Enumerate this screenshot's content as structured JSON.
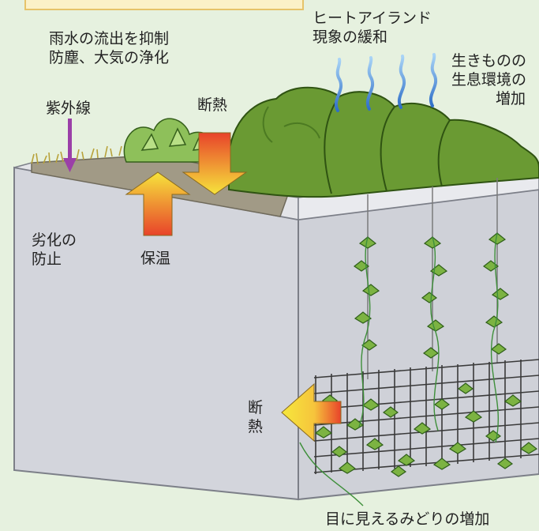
{
  "labels": {
    "heat_island": [
      "ヒートアイランド",
      "現象の緩和"
    ],
    "rainwater": [
      "雨水の流出を抑制",
      "防塵、大気の浄化"
    ],
    "creatures": [
      "生きものの",
      "生息環境の",
      "増加"
    ],
    "uv": "紫外線",
    "insulation_roof": "断熱",
    "deterioration": [
      "劣化の",
      "防止"
    ],
    "heat_retention": "保温",
    "insulation_wall": [
      "断",
      "熱"
    ],
    "greenery": "目に見えるみどりの増加"
  },
  "colors": {
    "background": "#e6f1df",
    "building_wall": "#d3d5dc",
    "soil": "#a19a86",
    "foliage": "#6a9a33",
    "ivy": "#7cb342",
    "uv_arrow": "#9b3fa8",
    "warm_arrow_hot": "#e8432a",
    "warm_arrow_light": "#f6e43c",
    "heat_wave": "#5aa6e8"
  }
}
